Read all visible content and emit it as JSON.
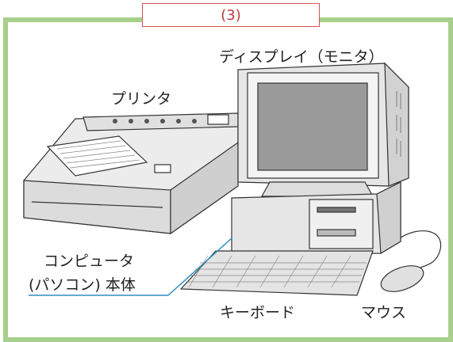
{
  "header": {
    "label": "(3)"
  },
  "labels": {
    "display": "ディスプレイ（モニタ）",
    "printer": "プリンタ",
    "computer_line1": "コンピュータ",
    "computer_line2": "(パソコン) 本体",
    "keyboard": "キーボード",
    "mouse": "マウス"
  },
  "colors": {
    "frame": "#a8cf8c",
    "header_border": "#d94f4f",
    "leader_line": "#2f8fc0"
  }
}
